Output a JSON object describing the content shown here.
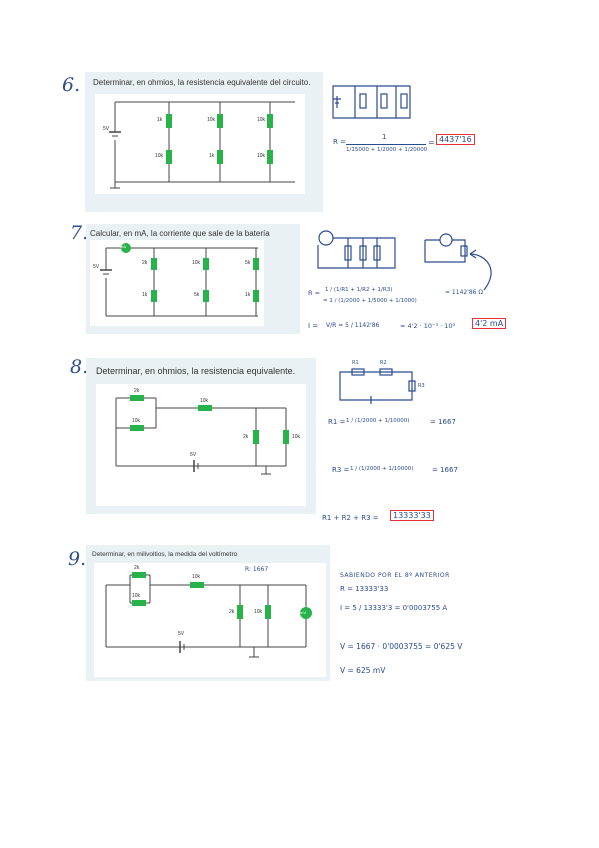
{
  "ex6": {
    "number": "6.",
    "title": "Determinar, en ohmios, la resistencia equivalente del circuito.",
    "resistors": [
      "1k",
      "10k",
      "10k",
      "10k",
      "1k",
      "10k"
    ],
    "battery": "5V",
    "calc": {
      "lhs": "R =",
      "num": "1",
      "den": "1/15000 + 1/2000 + 1/20000",
      "result": "4437'16"
    }
  },
  "ex7": {
    "number": "7.",
    "title": "Calcular, en mA, la corriente que sale de la batería",
    "resistors": [
      "2k",
      "10k",
      "5k",
      "1k",
      "5k",
      "1k"
    ],
    "battery": "5V",
    "meter": "mA",
    "calc1": {
      "lhs": "R =",
      "mid": "1 / (1/R1 + 1/R2 + 1/R3)",
      "eq": "= 1 / (1/2000 + 1/5000 + 1/1000)",
      "result": "= 1142'86 Ω"
    },
    "calc2": {
      "lhs": "I =",
      "frac": "V/R = 5 / 1142'86",
      "mid": "= 4'2 · 10⁻³ · 10³",
      "result": "4'2 mA"
    }
  },
  "ex8": {
    "number": "8.",
    "title": "Determinar, en ohmios, la resistencia equivalente.",
    "resistors": [
      "2k",
      "10k",
      "10k",
      "2k",
      "10k"
    ],
    "battery": "5V",
    "sketch": {
      "r1": "R1",
      "r2": "R2",
      "r3": "R3"
    },
    "calc1": {
      "lhs": "R1 =",
      "expr": "1 / (1/2000 + 1/10000)",
      "result": "= 1667"
    },
    "calc2": {
      "lhs": "R3 =",
      "expr": "1 / (1/2000 + 1/10000)",
      "result": "= 1667"
    },
    "calc3": {
      "lhs": "R1 + R2 + R3 =",
      "result": "13333'33"
    }
  },
  "ex9": {
    "number": "9.",
    "title": "Determinar, en milivoltios, la medida del voltímetro",
    "resistors": [
      "2k",
      "10k",
      "10k",
      "2k",
      "10k"
    ],
    "battery": "5V",
    "meter": "mV",
    "note": "R: 1667",
    "lines": [
      "SABIENDO POR EL 8º ANTERIOR",
      "R = 13333'33",
      "I = 5 / 13333'3 = 0'0003755 A",
      "V = 1667 · 0'0003755 = 0'625 V",
      "V = 625 mV"
    ]
  }
}
